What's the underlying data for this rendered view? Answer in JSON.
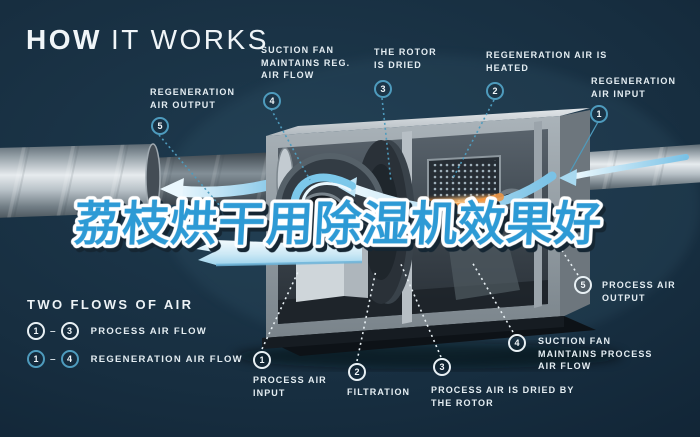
{
  "title": {
    "word_bold": "HOW",
    "word_light": "IT WORKS"
  },
  "caption": {
    "text": "荔枝烘干用除湿机效果好",
    "fill": "#2D9AD5",
    "outline": "#FFFFFF"
  },
  "colors": {
    "background": "#14293A",
    "teal_accent": "#4E9BBD",
    "label_text": "#E4EDF2",
    "heater_orange": "#F2953F",
    "flow_blue": "#7AC2E6"
  },
  "regeneration_steps": [
    {
      "num": "5",
      "label": "REGENERATION AIR OUTPUT"
    },
    {
      "num": "4",
      "label": "SUCTION FAN MAINTAINS REG. AIR FLOW"
    },
    {
      "num": "3",
      "label": "THE ROTOR IS DRIED"
    },
    {
      "num": "2",
      "label": "REGENERATION AIR IS HEATED"
    },
    {
      "num": "1",
      "label": "REGENERATION AIR INPUT"
    }
  ],
  "process_steps": [
    {
      "num": "1",
      "label": "PROCESS AIR INPUT"
    },
    {
      "num": "2",
      "label": "FILTRATION"
    },
    {
      "num": "3",
      "label": "PROCESS AIR IS DRIED BY THE ROTOR"
    },
    {
      "num": "4",
      "label": "SUCTION FAN MAINTAINS PROCESS AIR FLOW"
    },
    {
      "num": "5",
      "label": "PROCESS AIR OUTPUT"
    }
  ],
  "legend": {
    "heading": "TWO FLOWS OF AIR",
    "rows": [
      {
        "from": "1",
        "sep": "–",
        "to": "3",
        "label": "PROCESS AIR FLOW"
      },
      {
        "from": "1",
        "sep": "–",
        "to": "4",
        "label": "REGENERATION AIR FLOW"
      }
    ]
  }
}
